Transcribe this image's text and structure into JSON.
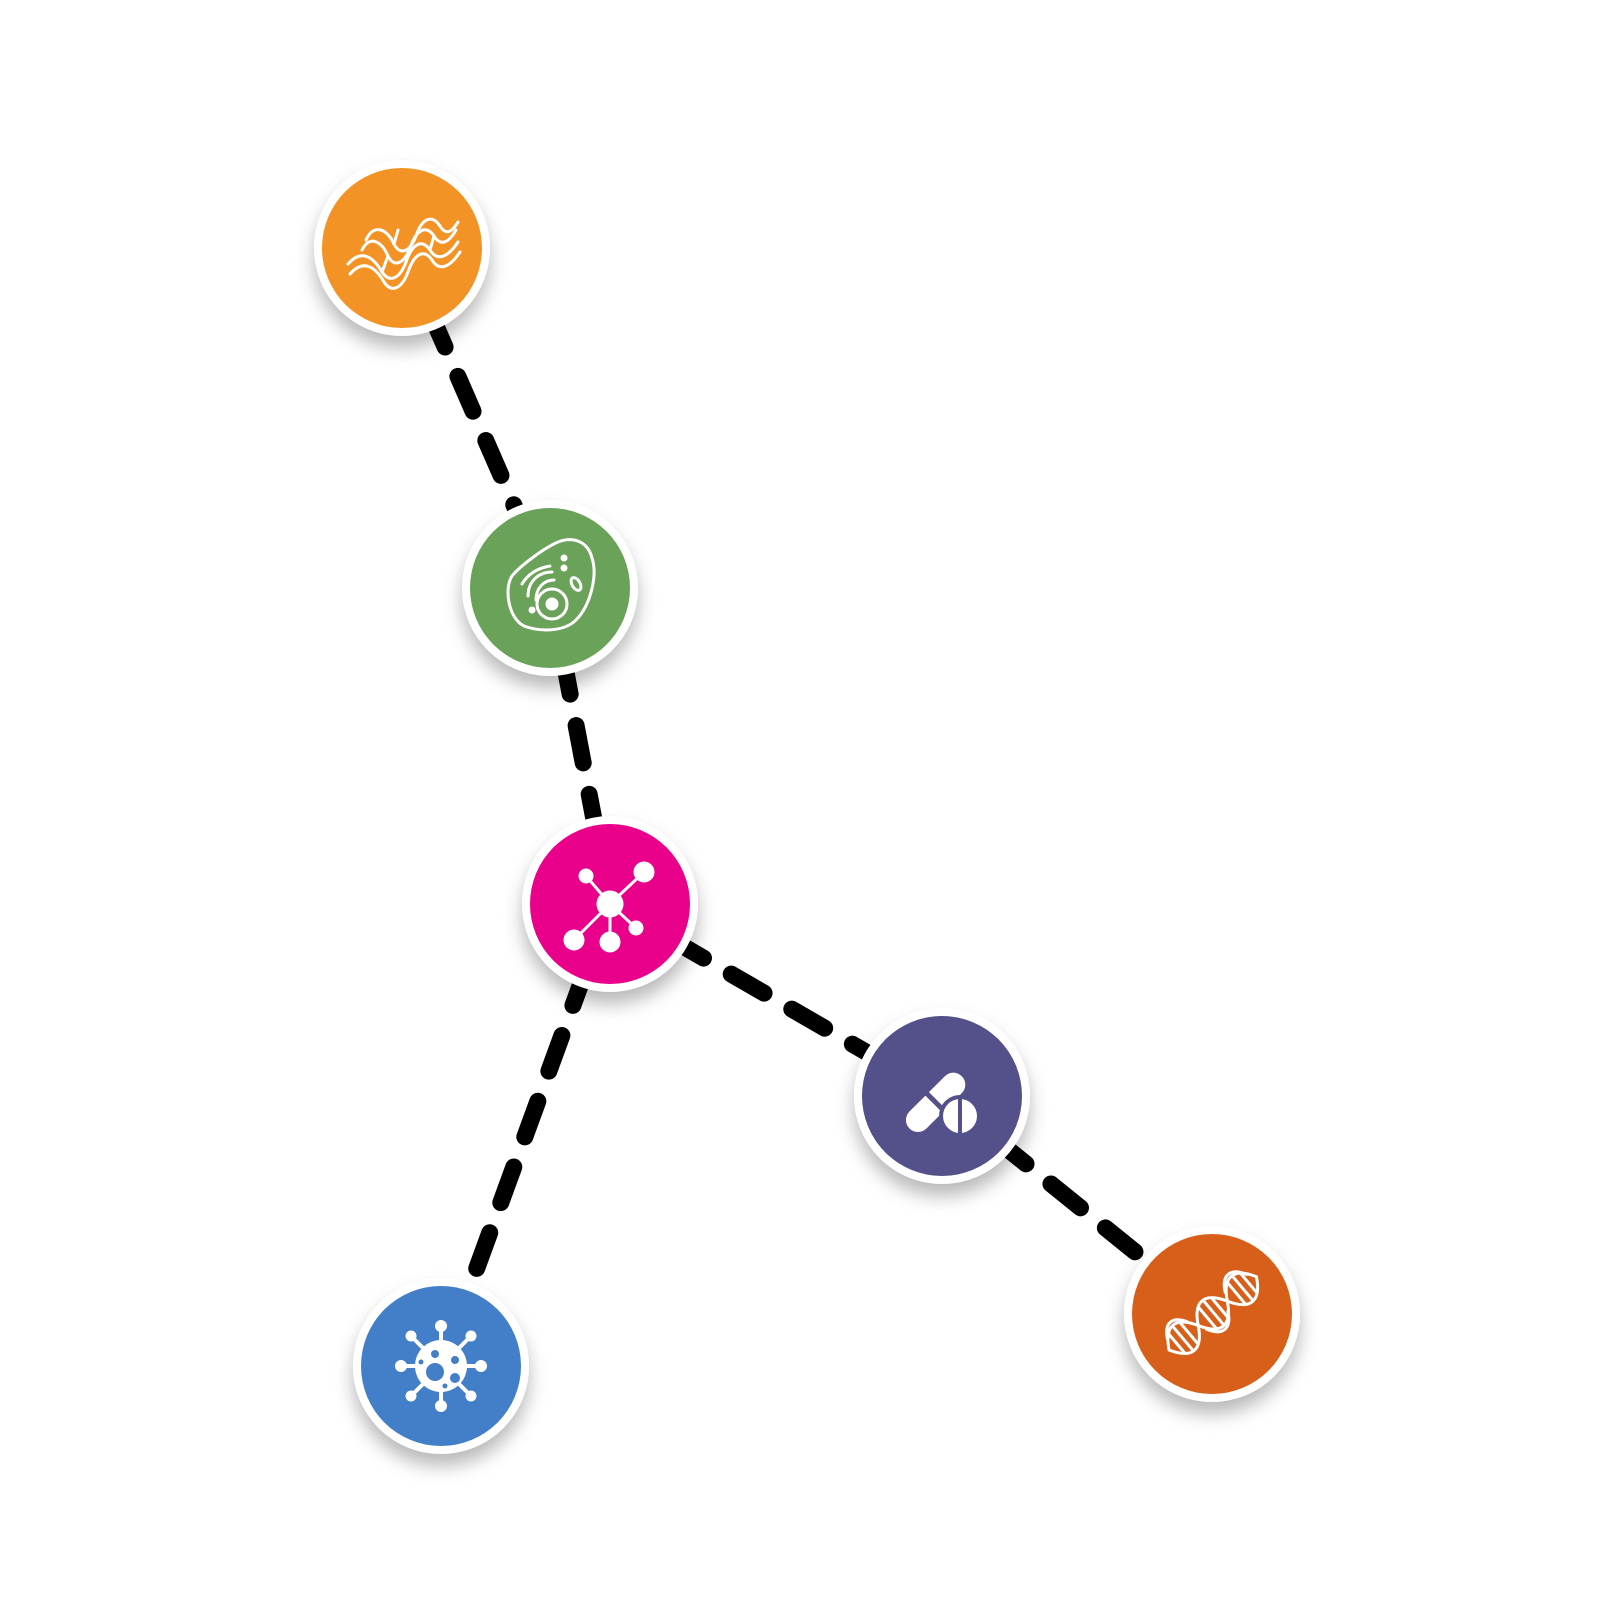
{
  "diagram": {
    "colors": {
      "background": "#ffffff",
      "connector": "#000000",
      "node_border": "#ffffff",
      "icon_stroke": "#ffffff"
    },
    "nodes": [
      {
        "id": "protein",
        "icon": "protein-helix-icon",
        "color": "#f39325"
      },
      {
        "id": "cell",
        "icon": "cell-icon",
        "color": "#6aa25a"
      },
      {
        "id": "molecule",
        "icon": "molecule-network-icon",
        "color": "#e9008b"
      },
      {
        "id": "virus",
        "icon": "virus-icon",
        "color": "#437ec8"
      },
      {
        "id": "drug",
        "icon": "pills-capsule-icon",
        "color": "#53508a"
      },
      {
        "id": "dna",
        "icon": "dna-double-helix-icon",
        "color": "#d75f1a"
      }
    ],
    "edges": [
      {
        "from": "protein",
        "to": "cell",
        "style": "dashed"
      },
      {
        "from": "cell",
        "to": "molecule",
        "style": "dashed"
      },
      {
        "from": "molecule",
        "to": "virus",
        "style": "dashed"
      },
      {
        "from": "molecule",
        "to": "drug",
        "style": "dashed"
      },
      {
        "from": "drug",
        "to": "dna",
        "style": "dashed"
      }
    ]
  }
}
